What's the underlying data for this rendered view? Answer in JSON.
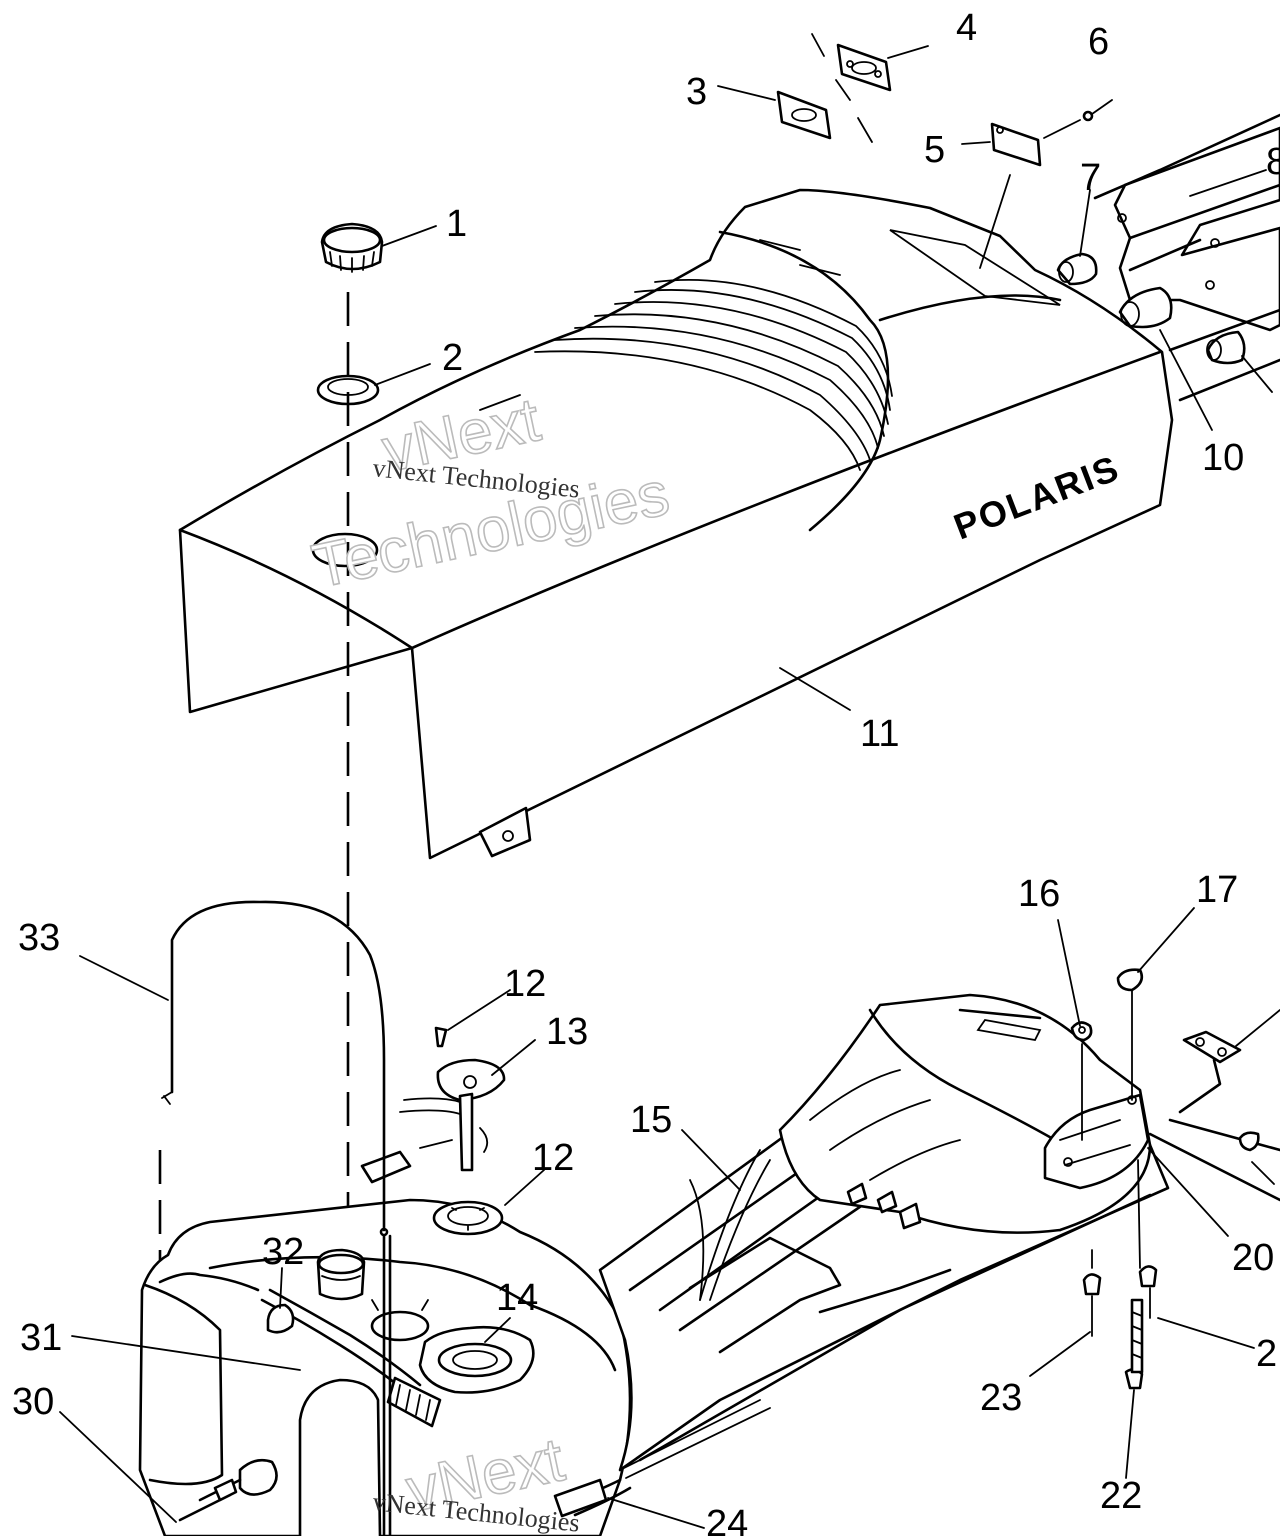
{
  "callouts": [
    {
      "id": "c1",
      "text": "1"
    },
    {
      "id": "c2",
      "text": "2"
    },
    {
      "id": "c3",
      "text": "3"
    },
    {
      "id": "c4",
      "text": "4"
    },
    {
      "id": "c5",
      "text": "5"
    },
    {
      "id": "c6",
      "text": "6"
    },
    {
      "id": "c7",
      "text": "7"
    },
    {
      "id": "c8",
      "text": "8"
    },
    {
      "id": "c10",
      "text": "10"
    },
    {
      "id": "c11",
      "text": "11"
    },
    {
      "id": "c12a",
      "text": "12"
    },
    {
      "id": "c13",
      "text": "13"
    },
    {
      "id": "c12b",
      "text": "12"
    },
    {
      "id": "c14",
      "text": "14"
    },
    {
      "id": "c15",
      "text": "15"
    },
    {
      "id": "c16",
      "text": "16"
    },
    {
      "id": "c17",
      "text": "17"
    },
    {
      "id": "c20",
      "text": "20"
    },
    {
      "id": "c21",
      "text": "2"
    },
    {
      "id": "c22",
      "text": "22"
    },
    {
      "id": "c23",
      "text": "23"
    },
    {
      "id": "c24",
      "text": "24"
    },
    {
      "id": "c30",
      "text": "30"
    },
    {
      "id": "c31",
      "text": "31"
    },
    {
      "id": "c32",
      "text": "32"
    },
    {
      "id": "c33",
      "text": "33"
    }
  ],
  "brand_logo": "POLARIS",
  "watermarks": {
    "small": "vNext Technologies",
    "big_line1": "vNext",
    "big_line2": "Technologies"
  }
}
